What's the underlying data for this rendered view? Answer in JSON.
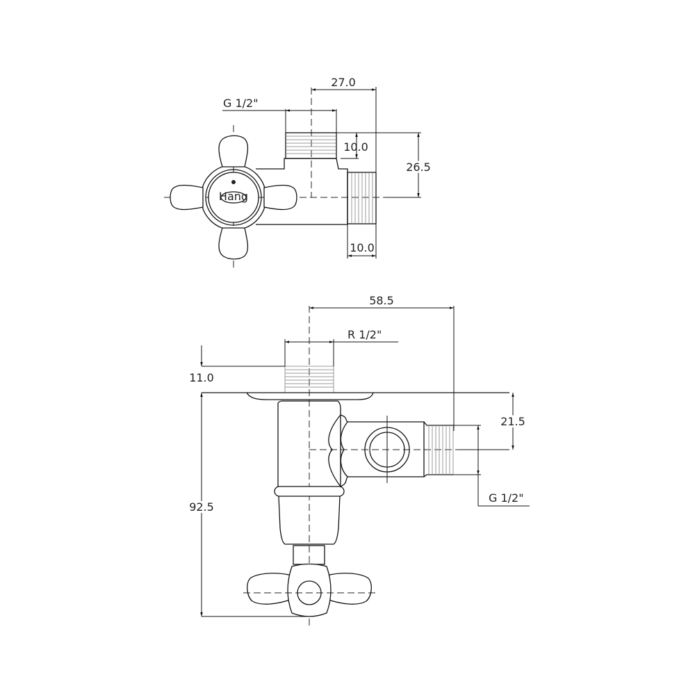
{
  "top_view": {
    "dim_width": "27.0",
    "thread_top": "G 1/2\"",
    "dim_thread_top_len": "10.0",
    "dim_offset": "26.5",
    "dim_thread_side_len": "10.0",
    "logo": "Hang"
  },
  "side_view": {
    "dim_reach": "58.5",
    "thread_top": "R 1/2\"",
    "dim_thread_len": "11.0",
    "dim_height": "92.5",
    "dim_outlet_offset": "21.5",
    "thread_outlet": "G 1/2\""
  }
}
